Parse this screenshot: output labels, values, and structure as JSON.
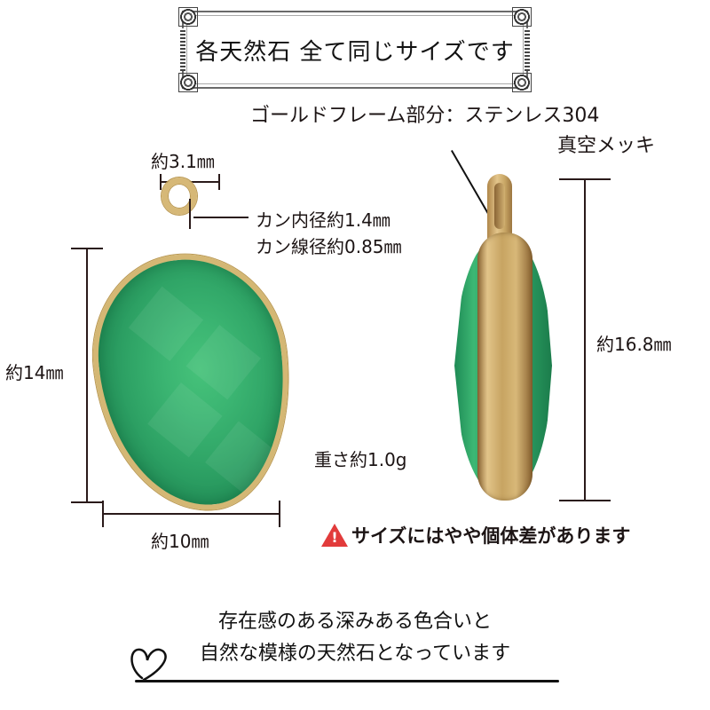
{
  "title": "各天然石 全て同じサイズです",
  "material_note": {
    "line1": "ゴールドフレーム部分：ステンレス304",
    "line2": "真空メッキ"
  },
  "front_view": {
    "bail_width": "約3.1㎜",
    "bail_inner_diameter": "カン内径約1.4㎜",
    "bail_wire_diameter": "カン線径約0.85㎜",
    "height": "約14㎜",
    "width": "約10㎜"
  },
  "side_view": {
    "total_height": "約16.8㎜"
  },
  "weight": "重さ約1.0g",
  "warning": {
    "icon": "warning-triangle-icon",
    "mark": "!",
    "text": "サイズにはやや個体差があります"
  },
  "tagline": {
    "line1": "存在感のある深みある色合いと",
    "line2": "自然な模様の天然石となっています"
  },
  "colors": {
    "gem_green": "#2fa466",
    "gold_frame": "#d4b774",
    "dimension_line": "#2a1a1a",
    "warning_red": "#e23b3b"
  }
}
